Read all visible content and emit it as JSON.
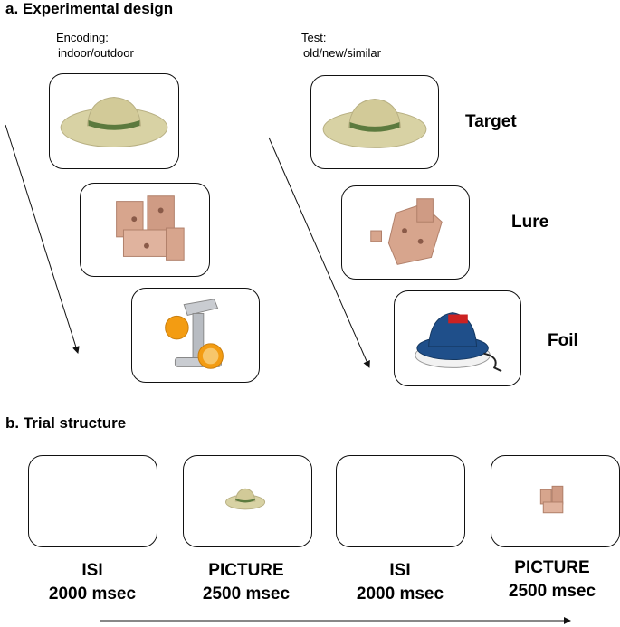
{
  "section_a": {
    "heading": "a. Experimental design",
    "encoding": {
      "title": "Encoding:",
      "task": "indoor/outdoor"
    },
    "test": {
      "title": "Test:",
      "task": "old/new/similar"
    },
    "conditions": [
      "Target",
      "Lure",
      "Foil"
    ],
    "encoding_images": [
      "straw-hat",
      "wooden-blocks",
      "citrus-juicer"
    ],
    "test_images": [
      "straw-hat",
      "wooden-blocks-variant",
      "car-polisher"
    ]
  },
  "section_b": {
    "heading": "b. Trial structure",
    "trials": [
      {
        "label": "ISI",
        "duration": "2000 msec",
        "image": "blank"
      },
      {
        "label": "PICTURE",
        "duration": "2500 msec",
        "image": "straw-hat"
      },
      {
        "label": "ISI",
        "duration": "2000 msec",
        "image": "blank"
      },
      {
        "label": "PICTURE",
        "duration": "2500 msec",
        "image": "wooden-blocks"
      }
    ]
  },
  "colors": {
    "line": "#111111",
    "hat": "#d8d2a4",
    "band": "#5c7a3e",
    "blocks": "#d7a58d",
    "polisher": "#1f4f8a",
    "orange": "#f39c12"
  }
}
